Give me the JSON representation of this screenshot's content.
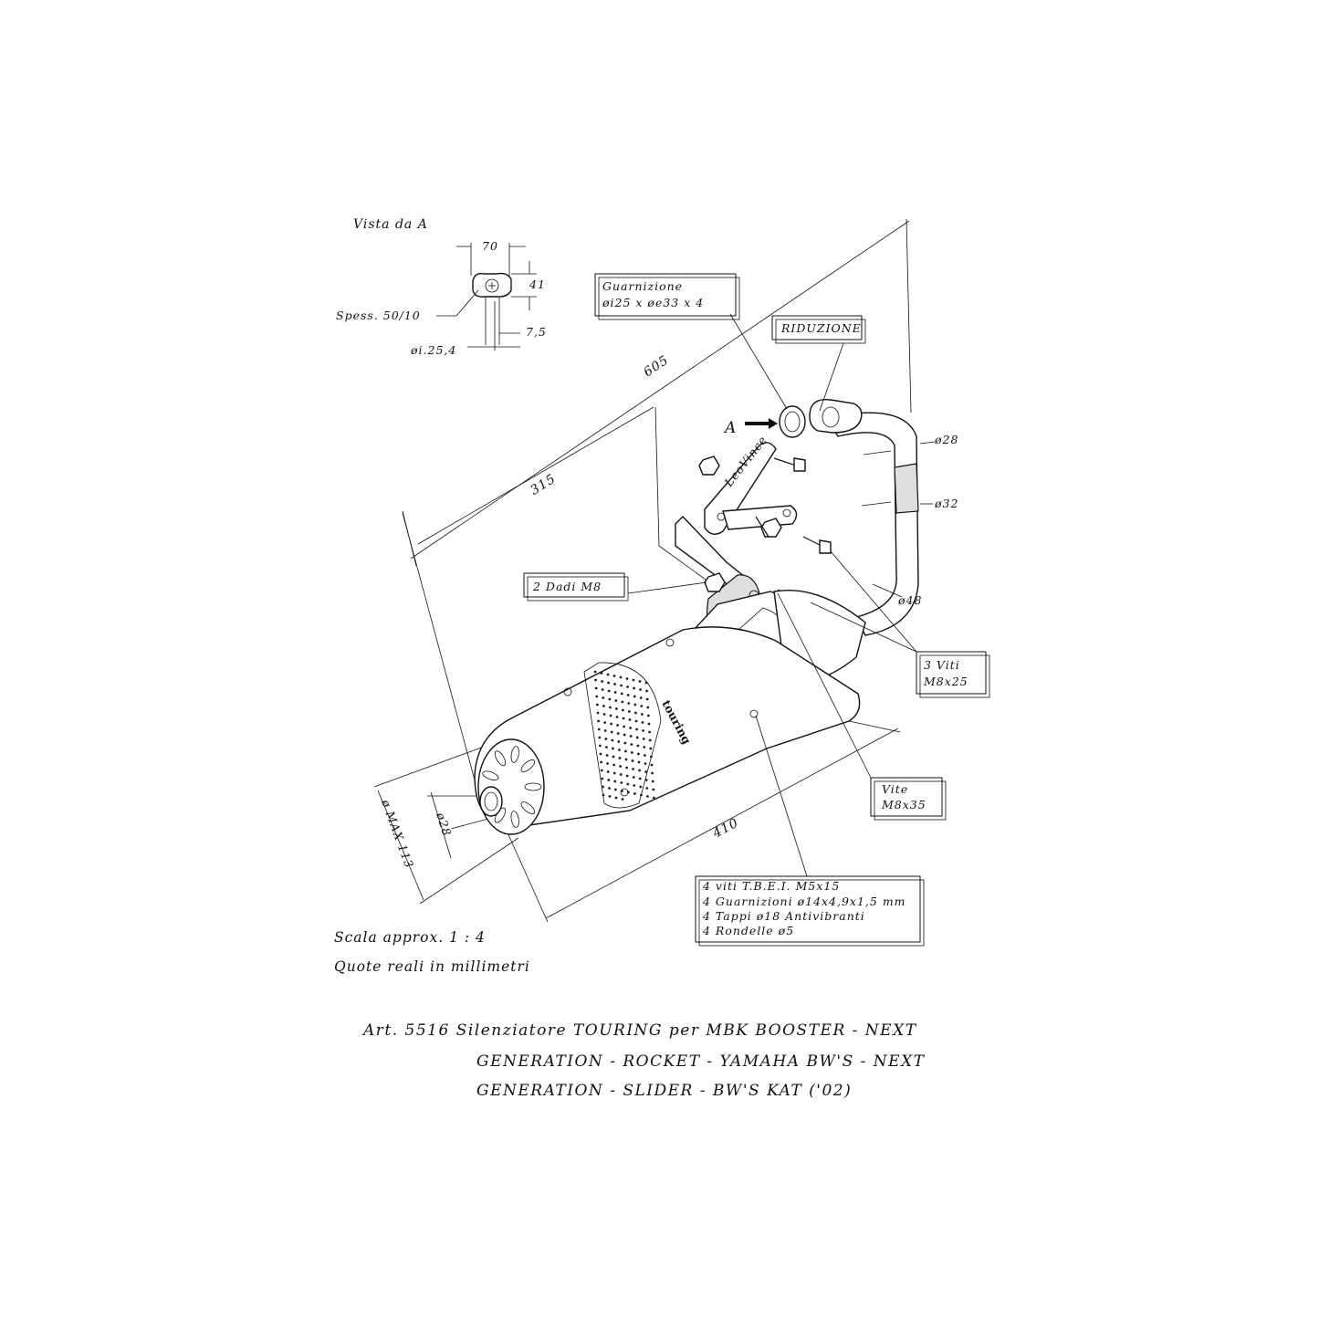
{
  "view_a": {
    "title": "Vista da A",
    "dim_width": "70",
    "dim_height": "41",
    "thickness": "Spess. 50/10",
    "dim_slot": "7,5",
    "inner_diameter": "øi.25,4"
  },
  "labels": {
    "gasket_line1": "Guarnizione",
    "gasket_line2": "øi25 x øe33 x 4",
    "reducer": "RIDUZIONE",
    "arrow_a": "A",
    "nuts": "2 Dadi M8",
    "screws3_line1": "3 Viti",
    "screws3_line2": "M8x25",
    "screw_line1": "Vite",
    "screw_line2": "M8x35",
    "brand": "touring",
    "bracket_logo": "LeoVince"
  },
  "dimensions": {
    "d605": "605",
    "d315": "315",
    "d410": "410",
    "d28_pipe": "ø28",
    "d32_pipe": "ø32",
    "d48": "ø48",
    "d28_outlet": "ø28",
    "dmax": "ø MAX 113"
  },
  "kit_list": [
    "4 viti T.B.E.I. M5x15",
    "4 Guarnizioni ø14x4,9x1,5 mm",
    "4 Tappi ø18 Antivibranti",
    "4 Rondelle ø5"
  ],
  "notes": {
    "scale": "Scala approx. 1 : 4",
    "units": "Quote reali in millimetri"
  },
  "caption": {
    "line1": "Art. 5516 Silenziatore TOURING per MBK BOOSTER - NEXT",
    "line2": "GENERATION - ROCKET - YAMAHA BW'S - NEXT",
    "line3": "GENERATION  - SLIDER - BW'S KAT ('02)"
  }
}
